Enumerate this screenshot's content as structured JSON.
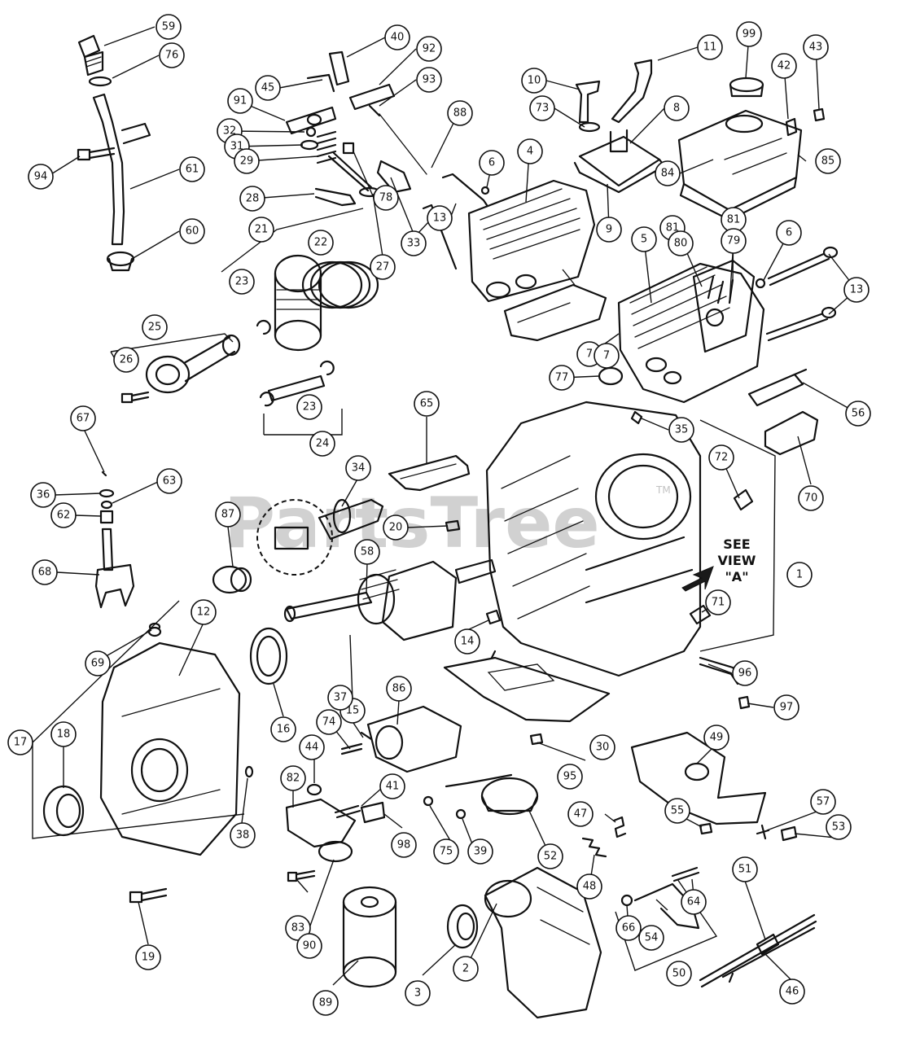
{
  "watermark": {
    "text": "PartsTree",
    "mark": "TM"
  },
  "view_note": {
    "line1": "SEE",
    "line2": "VIEW",
    "line3": "\"A\""
  },
  "callouts": [
    "1",
    "2",
    "3",
    "4",
    "5",
    "6",
    "6",
    "7",
    "7",
    "8",
    "9",
    "10",
    "11",
    "12",
    "13",
    "13",
    "14",
    "15",
    "16",
    "17",
    "18",
    "19",
    "20",
    "21",
    "22",
    "23",
    "23",
    "24",
    "25",
    "26",
    "27",
    "28",
    "29",
    "30",
    "31",
    "32",
    "33",
    "33",
    "34",
    "35",
    "36",
    "37",
    "38",
    "39",
    "40",
    "41",
    "42",
    "43",
    "44",
    "45",
    "46",
    "47",
    "48",
    "49",
    "50",
    "51",
    "52",
    "53",
    "54",
    "55",
    "56",
    "57",
    "58",
    "59",
    "60",
    "61",
    "62",
    "63",
    "64",
    "65",
    "66",
    "67",
    "68",
    "69",
    "70",
    "71",
    "72",
    "73",
    "74",
    "75",
    "76",
    "77",
    "78",
    "79",
    "80",
    "81",
    "81",
    "82",
    "83",
    "84",
    "85",
    "86",
    "87",
    "88",
    "89",
    "90",
    "91",
    "92",
    "93",
    "94",
    "95",
    "96",
    "97",
    "98",
    "99"
  ]
}
